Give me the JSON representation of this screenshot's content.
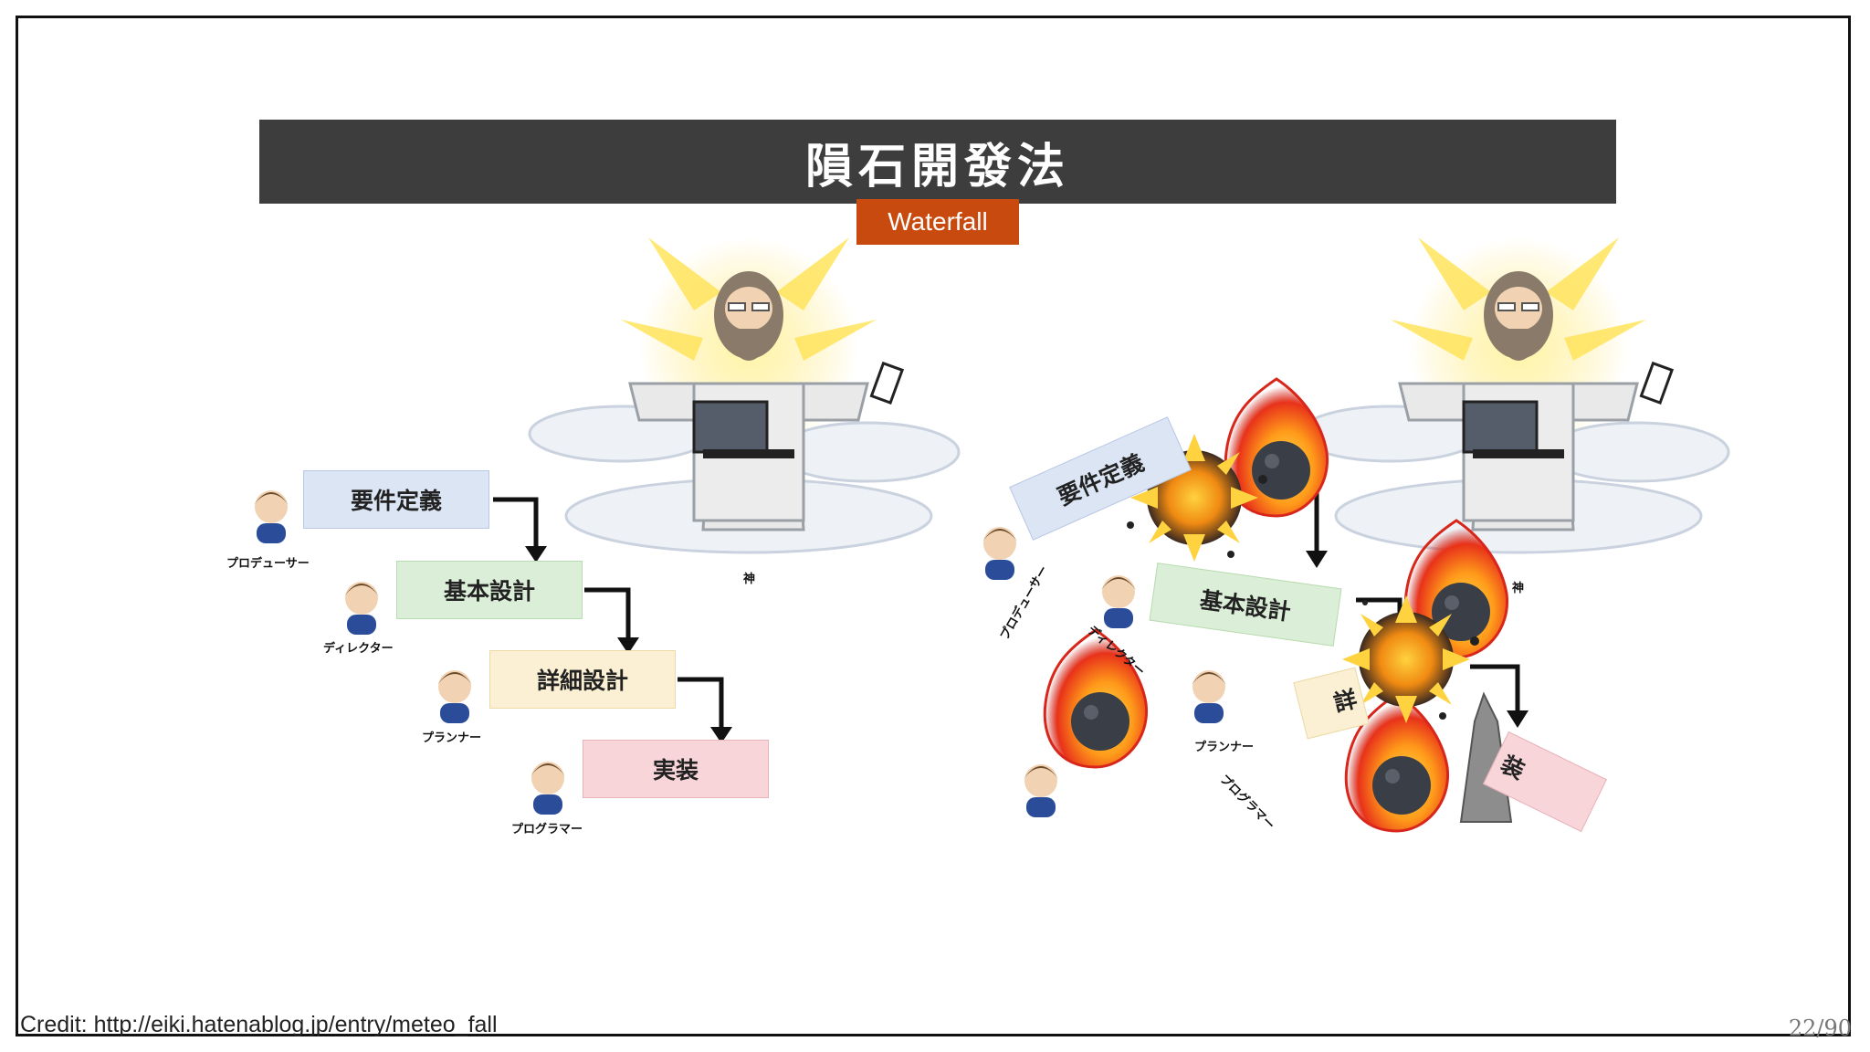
{
  "slide": {
    "title": "隕石開發法",
    "subtitle": "Waterfall",
    "credit": "Credit: http://eiki.hatenablog.jp/entry/meteo_fall",
    "page": "22/90"
  },
  "left_diagram": {
    "steps": [
      "要件定義",
      "基本設計",
      "詳細設計",
      "実装"
    ],
    "roles": [
      "プロデューサー",
      "ディレクター",
      "プランナー",
      "プログラマー"
    ],
    "god_label": "神"
  },
  "right_diagram": {
    "steps": [
      "要件定義",
      "基本設計",
      "詳",
      "装"
    ],
    "roles": [
      "プロデューサー",
      "ディレクター",
      "プランナー",
      "プログラマー"
    ],
    "god_label": "神"
  },
  "colors": {
    "title_bar": "#3d3d3d",
    "subtitle_bg": "#c94a0e",
    "step1": "#dbe5f4",
    "step2": "#dbeed7",
    "step3": "#fbf0d4",
    "step4": "#f7d5d9"
  }
}
